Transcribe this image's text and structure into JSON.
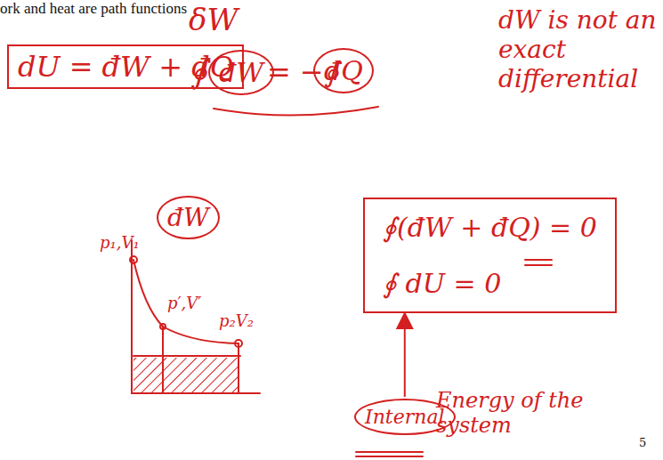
{
  "diagram": {
    "title": "ork and heat are path functions",
    "nodes": [
      {
        "text": [
          "dU = đW + đQ"
        ]
      },
      {
        "text": [
          "đW"
        ]
      },
      {
        "text": [
          "đQ"
        ]
      },
      {
        "text": [
          "đW"
        ]
      },
      {
        "text": [
          "∮(đW + đQ) = 0",
          "∮ dU = 0"
        ]
      },
      {
        "text": [
          "Internal"
        ]
      }
    ],
    "edges": [
      {
        "from": 5,
        "to": 4,
        "arrow": "to"
      }
    ],
    "labels": [
      "δW",
      "∮",
      "= −∮",
      "dW is not an exact differential",
      "p₁,V₁",
      "p′,V′",
      "p₂V₂",
      "Energy of the system",
      "5"
    ]
  }
}
